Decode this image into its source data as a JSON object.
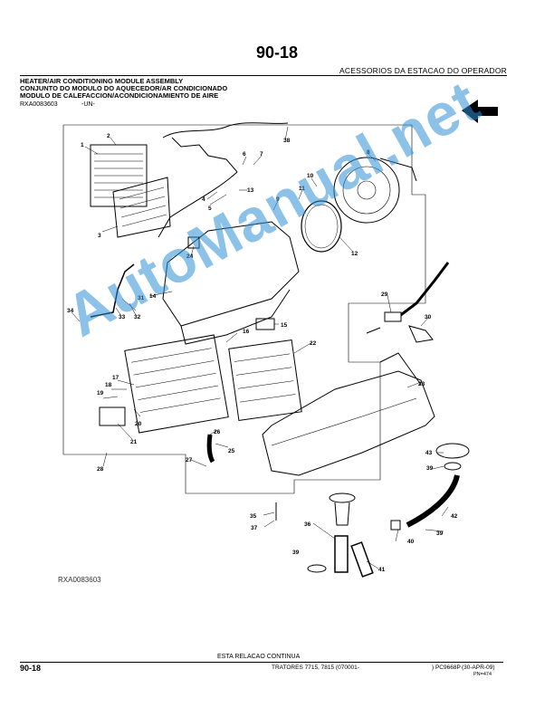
{
  "header": {
    "page_number": "90-18",
    "section_title": "ACESSORIOS DA ESTACAO DO OPERADOR"
  },
  "titles": {
    "en": "HEATER/AIR CONDITIONING MODULE ASSEMBLY",
    "pt": "CONJUNTO DO MODULO DO AQUECEDOR/AR CONDICIONADO",
    "es": "MODULO DE CALEFACCION/ACONDICIONAMIENTO DE AIRE"
  },
  "reference": {
    "code": "RXA0083603",
    "suffix": "-UN-",
    "bottom_code": "RXA0083603"
  },
  "watermark": "AutoManual.net",
  "callouts": [
    "1",
    "2",
    "3",
    "4",
    "5",
    "6",
    "7",
    "8",
    "9",
    "10",
    "11",
    "12",
    "13",
    "14",
    "15",
    "16",
    "17",
    "18",
    "19",
    "20",
    "21",
    "22",
    "23",
    "24",
    "25",
    "26",
    "27",
    "28",
    "29",
    "30",
    "31",
    "32",
    "33",
    "34",
    "35",
    "36",
    "37",
    "38",
    "39",
    "40",
    "41",
    "42",
    "43"
  ],
  "footer": {
    "continues": "ESTA RELACAO CONTINUA",
    "page_number": "90-18",
    "model": "TRATORES 7715, 7815 (070001-",
    "doc_code": ") PC9668P",
    "date": "(30-APR-09)",
    "pn": "PN=474"
  }
}
